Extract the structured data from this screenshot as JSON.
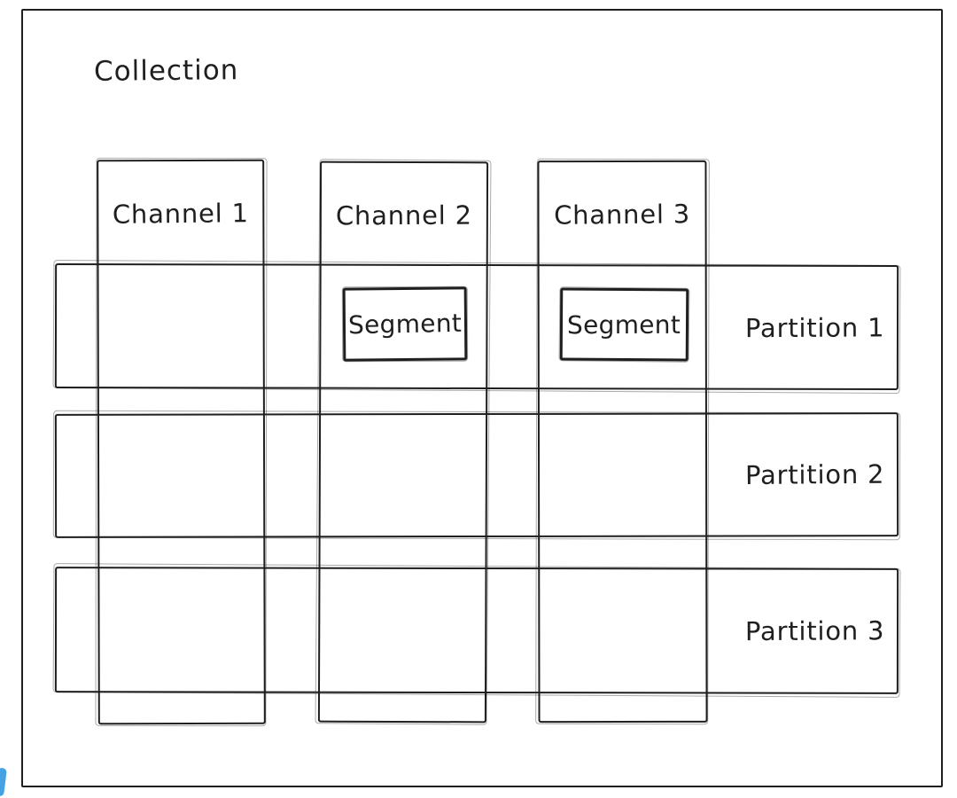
{
  "colors": {
    "stroke": "#1f1f1f",
    "background": "#ffffff",
    "blue_edge_artifact": "#45a3e5"
  },
  "diagram": {
    "title": "Collection",
    "channels": [
      {
        "label": "Channel 1"
      },
      {
        "label": "Channel 2"
      },
      {
        "label": "Channel 3"
      }
    ],
    "partitions": [
      {
        "label": "Partition 1"
      },
      {
        "label": "Partition 2"
      },
      {
        "label": "Partition 3"
      }
    ],
    "segments": [
      {
        "label": "Segment",
        "at_channel": "Channel 2",
        "at_partition": "Partition 1"
      },
      {
        "label": "Segment",
        "at_channel": "Channel 3",
        "at_partition": "Partition 1"
      }
    ]
  }
}
